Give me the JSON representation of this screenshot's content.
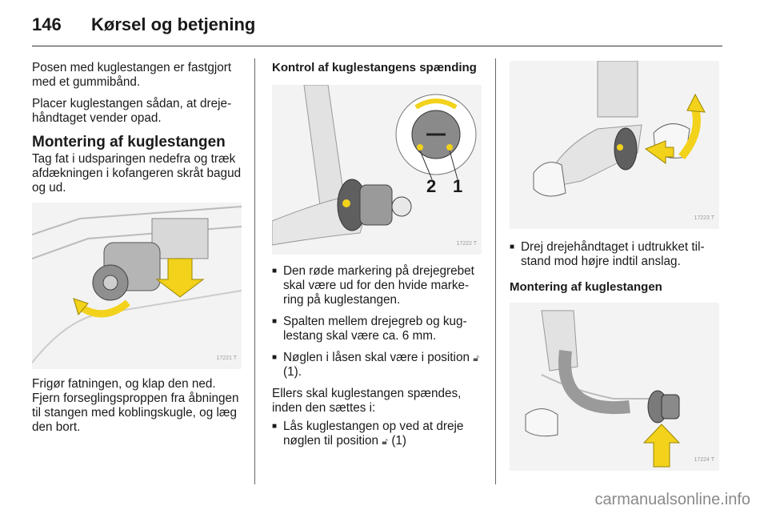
{
  "header": {
    "page_number": "146",
    "title": "Kørsel og betjening"
  },
  "col1": {
    "p1": "Posen med kuglestangen er fastgjort med et gummibånd.",
    "p2": "Placer kuglestangen sådan, at dreje­håndtaget vender opad.",
    "heading": "Montering af kuglestangen",
    "p3": "Tag fat i udsparingen nedefra og træk afdækningen i kofangeren skråt bagud og ud.",
    "figure_number": "17221 T",
    "p4": "Frigør fatningen, og klap den ned. Fjern forseglingsproppen fra åb­ningen til stangen med koblingskugle, og læg den bort."
  },
  "col2": {
    "heading": "Kontrol af kuglestangens spænding",
    "figure_number": "17222 T",
    "label2": "2",
    "label1": "1",
    "bullets": [
      "Den røde markering på drejegrebet skal være ud for den hvide marke­ring på kuglestangen.",
      "Spalten mellem drejegreb og kug­lestang skal være ca. 6 mm."
    ],
    "bullet3_text": "Nøglen i låsen skal være i position",
    "bullet3_tail": "(1).",
    "p_else": "Ellers skal kuglestangen spændes, inden den sættes i:",
    "bullet4_text": "Lås kuglestangen op ved at dreje nøglen til position",
    "bullet4_tail": "(1)"
  },
  "col3": {
    "figure1_number": "17223 T",
    "bullet": "Drej drejehåndtaget i udtrukket til­stand mod højre indtil anslag.",
    "heading": "Montering af kuglestangen",
    "figure2_number": "17224 T"
  },
  "icons": {
    "key_icon": "lock-key-icon"
  },
  "colors": {
    "arrow_yellow": "#f2d21b",
    "text": "#1a1a1a"
  },
  "watermark": "carmanualsonline.info"
}
